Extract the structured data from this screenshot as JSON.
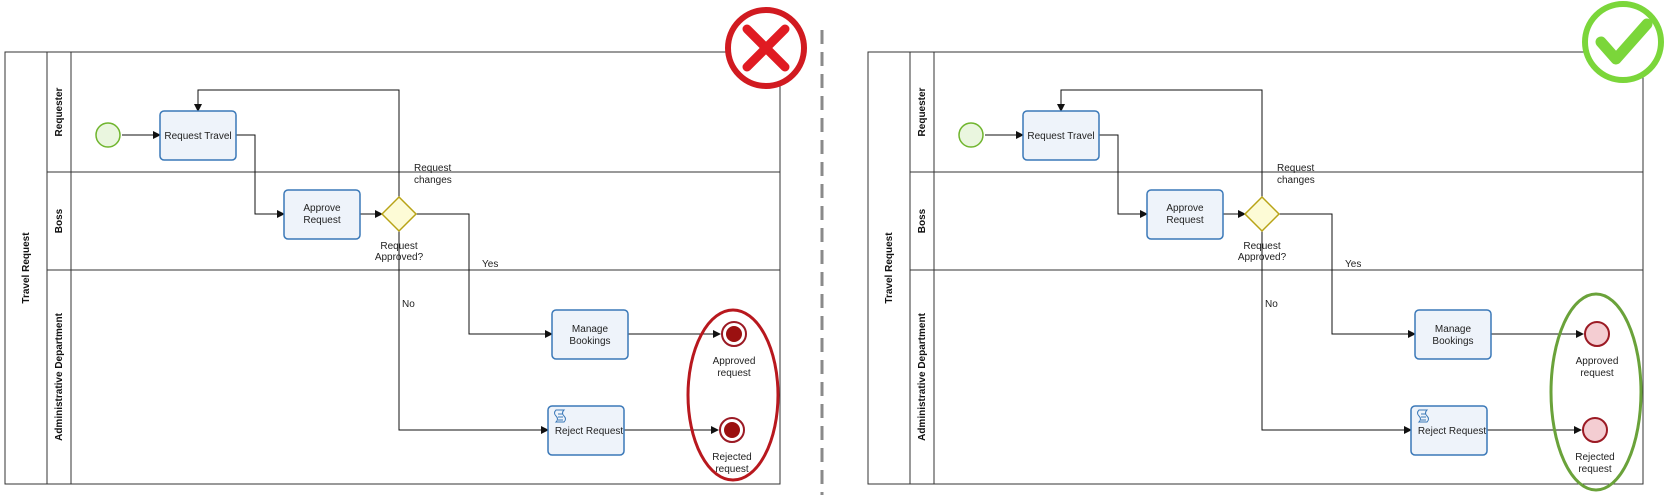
{
  "diagrams": [
    {
      "verdict": "wrong",
      "pool_label": "Travel Request",
      "lanes": [
        "Requester",
        "Boss",
        "Administrative Department"
      ],
      "tasks": {
        "request_travel": "Request Travel",
        "approve_request": [
          "Approve",
          "Request"
        ],
        "manage_bookings": [
          "Manage",
          "Bookings"
        ],
        "reject_request": "Reject Request"
      },
      "gateway_label": [
        "Request",
        "Approved?"
      ],
      "flow_labels": {
        "changes": [
          "Request",
          "changes"
        ],
        "yes": "Yes",
        "no": "No"
      },
      "end_events": {
        "approved": [
          "Approved",
          "request"
        ],
        "rejected": [
          "Rejected",
          "request"
        ]
      }
    },
    {
      "verdict": "correct",
      "pool_label": "Travel Request",
      "lanes": [
        "Requester",
        "Boss",
        "Administrative Department"
      ],
      "tasks": {
        "request_travel": "Request Travel",
        "approve_request": [
          "Approve",
          "Request"
        ],
        "manage_bookings": [
          "Manage",
          "Bookings"
        ],
        "reject_request": "Reject Request"
      },
      "gateway_label": [
        "Request",
        "Approved?"
      ],
      "flow_labels": {
        "changes": [
          "Request",
          "changes"
        ],
        "yes": "Yes",
        "no": "No"
      },
      "end_events": {
        "approved": [
          "Approved",
          "request"
        ],
        "rejected": [
          "Rejected",
          "request"
        ]
      }
    }
  ],
  "colors": {
    "task_border": "#3a78b8",
    "task_fill": "#eef3fa",
    "start_border": "#70b52e",
    "start_fill": "#eaf6df",
    "gateway_border": "#b8a316",
    "gateway_fill": "#fdfbd6",
    "end_wrong_fill": "#9b1010",
    "end_correct_fill": "#f4cdd2",
    "end_border": "#9b1a24",
    "wrong_mark": "#e01b22",
    "wrong_ring": "#b8181e",
    "correct_mark": "#7bd63a",
    "correct_ring": "#6aa23a",
    "divider": "#8a8a8a"
  },
  "icons": {
    "wrong": "x-mark-icon",
    "correct": "check-mark-icon",
    "script_task": "script-icon"
  }
}
